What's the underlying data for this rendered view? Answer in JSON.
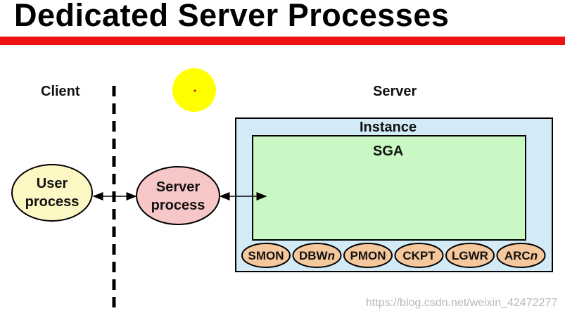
{
  "title": "Dedicated Server Processes",
  "client_label": "Client",
  "server_label": "Server",
  "instance_label": "Instance",
  "sga_label": "SGA",
  "user_process": {
    "line1": "User",
    "line2": "process"
  },
  "server_process": {
    "line1": "Server",
    "line2": "process"
  },
  "background_processes": [
    "SMON",
    "DBWn",
    "PMON",
    "CKPT",
    "LGWR",
    "ARCn"
  ],
  "watermark": "https://blog.csdn.net/weixin_42472277",
  "colors": {
    "title_bar": "#ee1111",
    "user_process": "#fdf7c3",
    "server_process": "#f7c6c6",
    "instance": "#d3ebf7",
    "sga": "#c9f8c4",
    "bg_process": "#f5c79c",
    "cursor_highlight": "#ffff00"
  }
}
